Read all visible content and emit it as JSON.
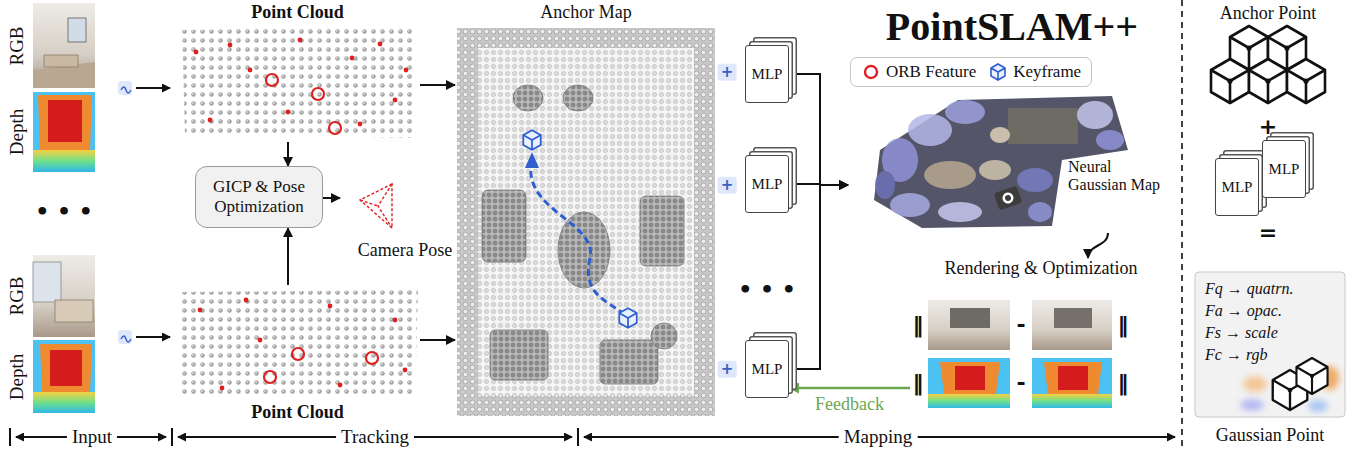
{
  "diagram": {
    "title": "PointSLAM++",
    "nodes": [
      {
        "text": [
          "Point Cloud"
        ]
      },
      {
        "text": [
          "GICP & Pose Optimization"
        ]
      },
      {
        "text": [
          "Camera Pose"
        ]
      },
      {
        "text": [
          "Point Cloud"
        ]
      },
      {
        "text": [
          "Anchor Map"
        ]
      },
      {
        "text": [
          "MLP"
        ]
      },
      {
        "text": [
          "MLP"
        ]
      },
      {
        "text": [
          "MLP"
        ]
      },
      {
        "text": [
          "Neural Gaussian Map"
        ]
      },
      {
        "text": [
          "Rendering & Optimization"
        ]
      },
      {
        "text": [
          "MLP"
        ]
      },
      {
        "text": [
          "MLP"
        ]
      },
      {
        "text": [
          "Fq → quatrn.",
          "Fa → opac.",
          "Fs → scale",
          "Fc → rgb",
          "Gaussian Point"
        ]
      }
    ],
    "edges": [
      {
        "from": 0,
        "to": 1,
        "arrow": "to"
      },
      {
        "from": 3,
        "to": 1,
        "arrow": "to"
      },
      {
        "from": 1,
        "to": 2,
        "arrow": "to"
      },
      {
        "from": 0,
        "to": 4,
        "arrow": "to"
      },
      {
        "from": 3,
        "to": 4,
        "arrow": "to"
      },
      {
        "from": 5,
        "to": 8,
        "arrow": "to"
      },
      {
        "from": 6,
        "to": 8,
        "arrow": "to"
      },
      {
        "from": 7,
        "to": 8,
        "arrow": "to"
      },
      {
        "from": 8,
        "to": 9,
        "arrow": "to"
      },
      {
        "from": 9,
        "to": 7,
        "label": "Feedback",
        "arrow": "to"
      }
    ],
    "labels": [
      "RGB",
      "Depth",
      "• • •",
      "RGB",
      "Depth",
      "+",
      "+",
      "• • •",
      "+",
      "‖",
      "-",
      "‖",
      "‖",
      "-",
      "‖",
      "Input",
      "Tracking",
      "Mapping",
      "Anchor Point",
      "+",
      "="
    ],
    "legend": [
      {
        "text": "ORB Feature"
      },
      {
        "text": "Keyframe"
      }
    ]
  }
}
